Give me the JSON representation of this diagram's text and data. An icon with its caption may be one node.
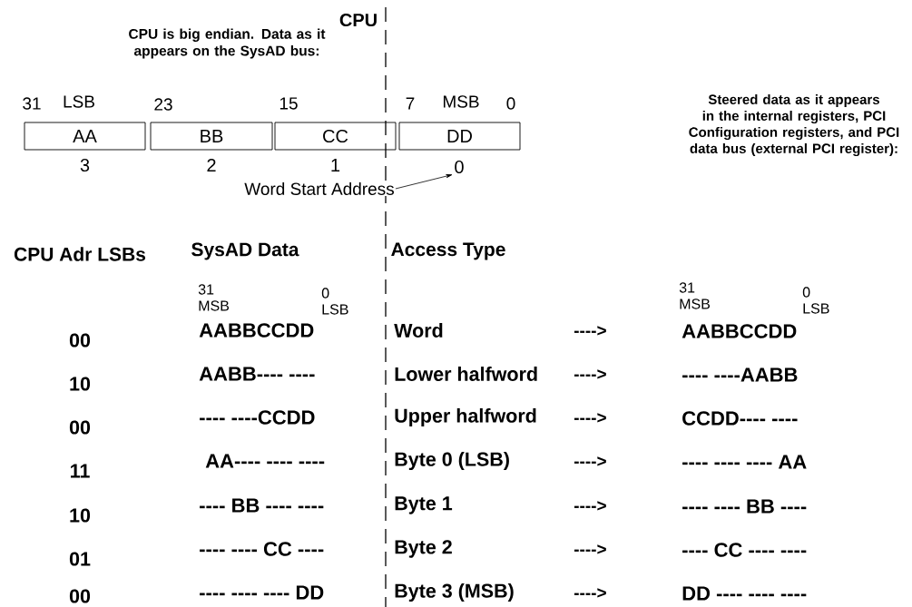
{
  "diagram": {
    "nodes": [
      {
        "text": [
          "AA"
        ],
        "beside": [
          "3"
        ]
      },
      {
        "text": [
          "BB"
        ],
        "beside": [
          "2"
        ]
      },
      {
        "text": [
          "CC"
        ],
        "beside": [
          "1"
        ]
      },
      {
        "text": [
          "DD"
        ]
      },
      {
        "text": [
          "Word Start Address"
        ]
      },
      {
        "text": [
          "0"
        ]
      }
    ],
    "edges": [
      {
        "from": 4,
        "to": 5,
        "arrow": "to"
      }
    ],
    "labels": [
      "CPU is big endian. Data as it appears on the SysAD bus:",
      "CPU",
      "31",
      "LSB",
      "23",
      "15",
      "7",
      "MSB",
      "0",
      "Steered data as it appears in the internal registers, PCI Configuration registers, and PCI data bus (external PCI register):",
      "CPU Adr LSBs",
      "SysAD Data",
      "Access Type",
      "31",
      "MSB",
      "0",
      "LSB",
      "31",
      "MSB",
      "0",
      "LSB",
      "00",
      "AABBCCDD",
      "Word",
      "---->",
      "AABBCCDD",
      "10",
      "AABB---- ----",
      "Lower halfword",
      "---->",
      "---- ----AABB",
      "00",
      "---- ----CCDD",
      "Upper halfword",
      "---->",
      "CCDD---- ----",
      "11",
      "AA---- ---- ----",
      "Byte 0 (LSB)",
      "---->",
      "---- ---- ---- AA",
      "10",
      "---- BB ---- ----",
      "Byte 1",
      "---->",
      "---- ---- BB ----",
      "01",
      "---- ---- CC ----",
      "Byte 2",
      "---->",
      "---- CC ---- ----",
      "00",
      "---- ---- ---- DD",
      "Byte 3 (MSB)",
      "---->",
      "DD ---- ---- ----"
    ]
  }
}
